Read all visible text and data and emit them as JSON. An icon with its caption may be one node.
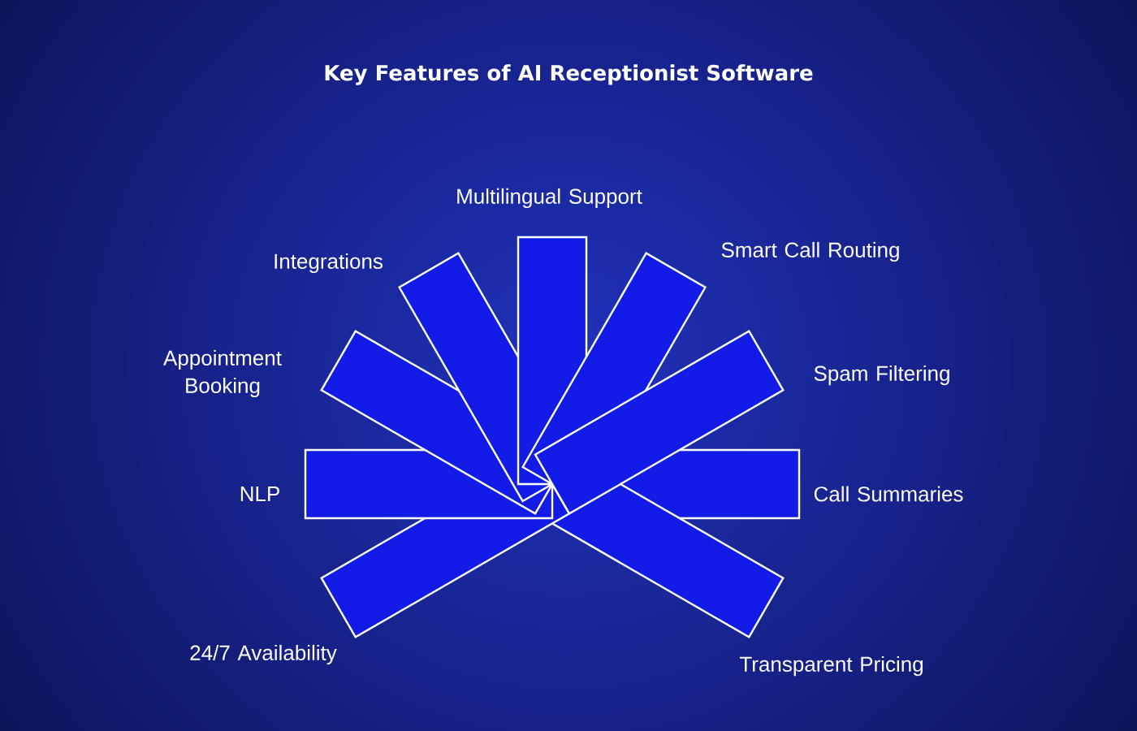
{
  "diagram": {
    "title": "Key Features of AI Receptionist Software",
    "labels": [
      "Multilingual Support",
      "Smart Call Routing",
      "Integrations",
      "Spam Filtering",
      "Appointment Booking",
      "NLP",
      "Call Summaries",
      "24/7 Availability",
      "Transparent Pricing"
    ]
  }
}
